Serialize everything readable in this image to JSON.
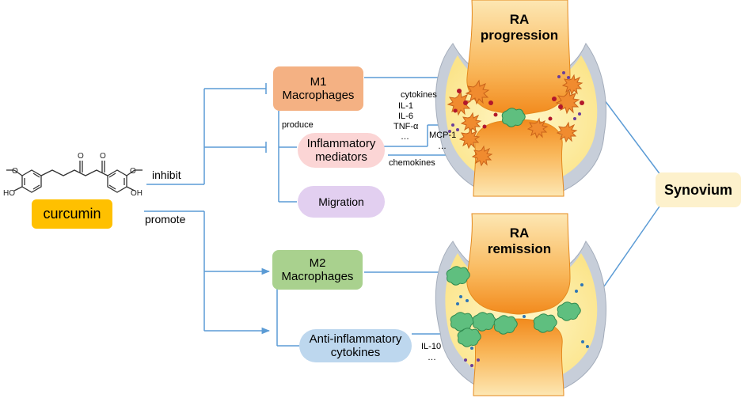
{
  "compound": {
    "name": "curcumin",
    "substituents": {
      "methoxy": "O",
      "hydroxyl": "HO",
      "hydroxyl_right": "OH",
      "carbonyl": "O"
    }
  },
  "actions": {
    "inhibit": "inhibit",
    "promote": "promote",
    "produce": "produce"
  },
  "nodes": {
    "m1": {
      "line1": "M1",
      "line2": "Macrophages"
    },
    "inflammatory": {
      "line1": "Inflammatory",
      "line2": "mediators"
    },
    "migration": "Migration",
    "m2": {
      "line1": "M2",
      "line2": "Macrophages"
    },
    "anti": {
      "line1": "Anti-inflammatory",
      "line2": "cytokines"
    },
    "synovium": "Synovium"
  },
  "cytokines": {
    "heading": "cytokines",
    "items": [
      "IL-1",
      "IL-6",
      "TNF-α",
      "…"
    ]
  },
  "chemokines": {
    "heading": "chemokines",
    "items": [
      "MCP-1",
      "…"
    ]
  },
  "anti_items": [
    "IL-10",
    "…"
  ],
  "joints": {
    "progression": {
      "line1": "RA",
      "line2": "progression"
    },
    "remission": {
      "line1": "RA",
      "line2": "remission"
    }
  },
  "colors": {
    "line": "#5b9bd5",
    "m1_box": "#f4b183",
    "inflammatory_box": "#fbd5d5",
    "migration_box": "#e2cff0",
    "m2_box": "#a9d18e",
    "anti_box": "#bdd7ee",
    "synovium_box": "#fdf1cc",
    "curcumin_box": "#ffc000",
    "bone": "#f7a541",
    "synovial_fluid": "#fff2b0",
    "capsule": "#c7ced9"
  }
}
